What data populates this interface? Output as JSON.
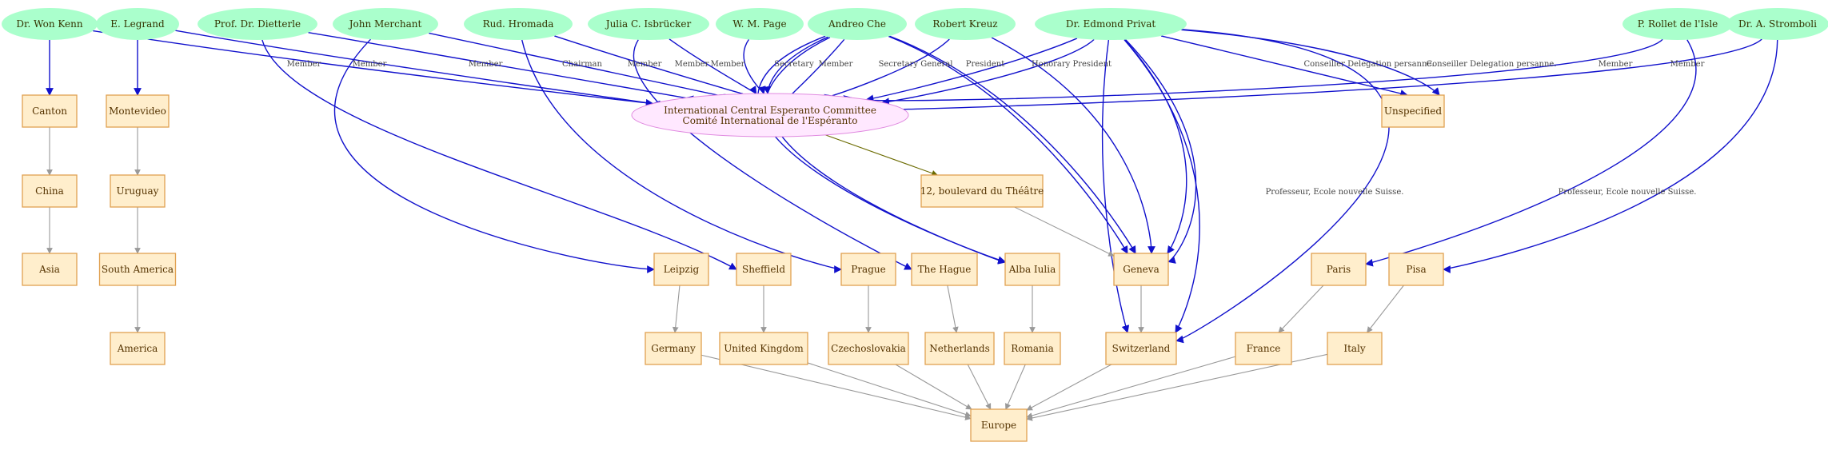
{
  "colors": {
    "person_fill": "#aaffcc",
    "place_fill": "#ffeecc",
    "place_stroke": "#e0a050",
    "org_fill": "#ffe8ff",
    "org_stroke": "#e08ae0",
    "edge_blue": "#1111cc",
    "edge_gray": "#999999",
    "edge_olive": "#6b6b00"
  },
  "nodes": {
    "p_wonkenn": {
      "label": "Dr. Won Kenn",
      "type": "person"
    },
    "p_legrand": {
      "label": "E. Legrand",
      "type": "person"
    },
    "p_dietterle": {
      "label": "Prof. Dr. Dietterle",
      "type": "person"
    },
    "p_merchant": {
      "label": "John Merchant",
      "type": "person"
    },
    "p_hromada": {
      "label": "Rud. Hromada",
      "type": "person"
    },
    "p_isbrucker": {
      "label": "Julia C. Isbrücker",
      "type": "person"
    },
    "p_page": {
      "label": "W. M. Page",
      "type": "person"
    },
    "p_che": {
      "label": "Andreo Che",
      "type": "person"
    },
    "p_kreuz": {
      "label": "Robert Kreuz",
      "type": "person"
    },
    "p_privat": {
      "label": "Dr. Edmond Privat",
      "type": "person"
    },
    "p_rollet": {
      "label": "P. Rollet de l'Isle",
      "type": "person"
    },
    "p_stromboli": {
      "label": "Dr. A. Stromboli",
      "type": "person"
    },
    "org": {
      "label": "International Central Esperanto Committee",
      "label2": "Comité International de l'Espéranto",
      "type": "org"
    },
    "canton": {
      "label": "Canton",
      "type": "place"
    },
    "montevideo": {
      "label": "Montevideo",
      "type": "place"
    },
    "unspecified": {
      "label": "Unspecified",
      "type": "place"
    },
    "china": {
      "label": "China",
      "type": "place"
    },
    "uruguay": {
      "label": "Uruguay",
      "type": "place"
    },
    "boulevard": {
      "label": "12, boulevard du Théâtre",
      "type": "place"
    },
    "asia": {
      "label": "Asia",
      "type": "place"
    },
    "south_america": {
      "label": "South America",
      "type": "place"
    },
    "leipzig": {
      "label": "Leipzig",
      "type": "place"
    },
    "sheffield": {
      "label": "Sheffield",
      "type": "place"
    },
    "prague": {
      "label": "Prague",
      "type": "place"
    },
    "hague": {
      "label": "The Hague",
      "type": "place"
    },
    "alba": {
      "label": "Alba Iulia",
      "type": "place"
    },
    "geneva": {
      "label": "Geneva",
      "type": "place"
    },
    "paris": {
      "label": "Paris",
      "type": "place"
    },
    "pisa": {
      "label": "Pisa",
      "type": "place"
    },
    "america": {
      "label": "America",
      "type": "place"
    },
    "germany": {
      "label": "Germany",
      "type": "place"
    },
    "uk": {
      "label": "United Kingdom",
      "type": "place"
    },
    "czech": {
      "label": "Czechoslovakia",
      "type": "place"
    },
    "netherlands": {
      "label": "Netherlands",
      "type": "place"
    },
    "romania": {
      "label": "Romania",
      "type": "place"
    },
    "switzerland": {
      "label": "Switzerland",
      "type": "place"
    },
    "france": {
      "label": "France",
      "type": "place"
    },
    "italy": {
      "label": "Italy",
      "type": "place"
    },
    "europe": {
      "label": "Europe",
      "type": "place"
    }
  },
  "edges": [
    {
      "from": "p_wonkenn",
      "to": "canton",
      "label": "",
      "color": "blue"
    },
    {
      "from": "p_wonkenn",
      "to": "org",
      "label": "Member",
      "color": "blue"
    },
    {
      "from": "p_legrand",
      "to": "montevideo",
      "label": "",
      "color": "blue"
    },
    {
      "from": "p_legrand",
      "to": "org",
      "label": "Member",
      "color": "blue"
    },
    {
      "from": "p_dietterle",
      "to": "org",
      "label": "Member",
      "color": "blue"
    },
    {
      "from": "p_dietterle",
      "to": "sheffield",
      "label": "",
      "color": "blue"
    },
    {
      "from": "p_merchant",
      "to": "org",
      "label": "Chairman",
      "color": "blue"
    },
    {
      "from": "p_merchant",
      "to": "leipzig",
      "label": "",
      "color": "blue"
    },
    {
      "from": "p_hromada",
      "to": "org",
      "label": "Member",
      "color": "blue"
    },
    {
      "from": "p_hromada",
      "to": "prague",
      "label": "",
      "color": "blue"
    },
    {
      "from": "p_isbrucker",
      "to": "org",
      "label": "Member",
      "color": "blue"
    },
    {
      "from": "p_isbrucker",
      "to": "hague",
      "label": "",
      "color": "blue"
    },
    {
      "from": "p_page",
      "to": "org",
      "label": "Member",
      "color": "blue"
    },
    {
      "from": "p_che",
      "to": "org",
      "label": "Secretary",
      "color": "blue"
    },
    {
      "from": "p_che",
      "to": "org",
      "label": "Member",
      "color": "blue"
    },
    {
      "from": "p_che",
      "to": "alba",
      "label": "",
      "color": "blue"
    },
    {
      "from": "p_che",
      "to": "alba",
      "label": "",
      "color": "blue"
    },
    {
      "from": "p_che",
      "to": "geneva",
      "label": "",
      "color": "blue"
    },
    {
      "from": "p_che",
      "to": "geneva",
      "label": "",
      "color": "blue"
    },
    {
      "from": "p_kreuz",
      "to": "org",
      "label": "Secretary General",
      "color": "blue"
    },
    {
      "from": "p_kreuz",
      "to": "geneva",
      "label": "",
      "color": "blue"
    },
    {
      "from": "p_privat",
      "to": "org",
      "label": "President",
      "color": "blue"
    },
    {
      "from": "p_privat",
      "to": "org",
      "label": "Honorary President",
      "color": "blue"
    },
    {
      "from": "p_privat",
      "to": "unspecified",
      "label": "Conseiller Delegation persanne.",
      "color": "blue"
    },
    {
      "from": "p_privat",
      "to": "unspecified",
      "label": "Conseiller Delegation persanne.",
      "color": "blue"
    },
    {
      "from": "p_privat",
      "to": "geneva",
      "label": "",
      "color": "blue"
    },
    {
      "from": "p_privat",
      "to": "geneva",
      "label": "",
      "color": "blue"
    },
    {
      "from": "p_privat",
      "to": "switzerland",
      "label": "",
      "color": "blue"
    },
    {
      "from": "p_privat",
      "to": "switzerland",
      "label": "Professeur, Ecole nouvelle Suisse.",
      "color": "blue"
    },
    {
      "from": "p_privat",
      "to": "switzerland",
      "label": "Professeur, Ecole nouvelle Suisse.",
      "color": "blue"
    },
    {
      "from": "p_rollet",
      "to": "org",
      "label": "Member",
      "color": "blue"
    },
    {
      "from": "p_rollet",
      "to": "paris",
      "label": "",
      "color": "blue"
    },
    {
      "from": "p_stromboli",
      "to": "org",
      "label": "Member",
      "color": "blue"
    },
    {
      "from": "p_stromboli",
      "to": "pisa",
      "label": "",
      "color": "blue"
    },
    {
      "from": "org",
      "to": "boulevard",
      "label": "",
      "color": "olive"
    },
    {
      "from": "boulevard",
      "to": "geneva",
      "label": "",
      "color": "gray"
    },
    {
      "from": "canton",
      "to": "china",
      "label": "",
      "color": "gray"
    },
    {
      "from": "china",
      "to": "asia",
      "label": "",
      "color": "gray"
    },
    {
      "from": "montevideo",
      "to": "uruguay",
      "label": "",
      "color": "gray"
    },
    {
      "from": "uruguay",
      "to": "south_america",
      "label": "",
      "color": "gray"
    },
    {
      "from": "south_america",
      "to": "america",
      "label": "",
      "color": "gray"
    },
    {
      "from": "leipzig",
      "to": "germany",
      "label": "",
      "color": "gray"
    },
    {
      "from": "sheffield",
      "to": "uk",
      "label": "",
      "color": "gray"
    },
    {
      "from": "prague",
      "to": "czech",
      "label": "",
      "color": "gray"
    },
    {
      "from": "hague",
      "to": "netherlands",
      "label": "",
      "color": "gray"
    },
    {
      "from": "alba",
      "to": "romania",
      "label": "",
      "color": "gray"
    },
    {
      "from": "geneva",
      "to": "switzerland",
      "label": "",
      "color": "gray"
    },
    {
      "from": "paris",
      "to": "france",
      "label": "",
      "color": "gray"
    },
    {
      "from": "pisa",
      "to": "italy",
      "label": "",
      "color": "gray"
    },
    {
      "from": "germany",
      "to": "europe",
      "label": "",
      "color": "gray"
    },
    {
      "from": "uk",
      "to": "europe",
      "label": "",
      "color": "gray"
    },
    {
      "from": "czech",
      "to": "europe",
      "label": "",
      "color": "gray"
    },
    {
      "from": "netherlands",
      "to": "europe",
      "label": "",
      "color": "gray"
    },
    {
      "from": "romania",
      "to": "europe",
      "label": "",
      "color": "gray"
    },
    {
      "from": "switzerland",
      "to": "europe",
      "label": "",
      "color": "gray"
    },
    {
      "from": "france",
      "to": "europe",
      "label": "",
      "color": "gray"
    },
    {
      "from": "italy",
      "to": "europe",
      "label": "",
      "color": "gray"
    }
  ]
}
